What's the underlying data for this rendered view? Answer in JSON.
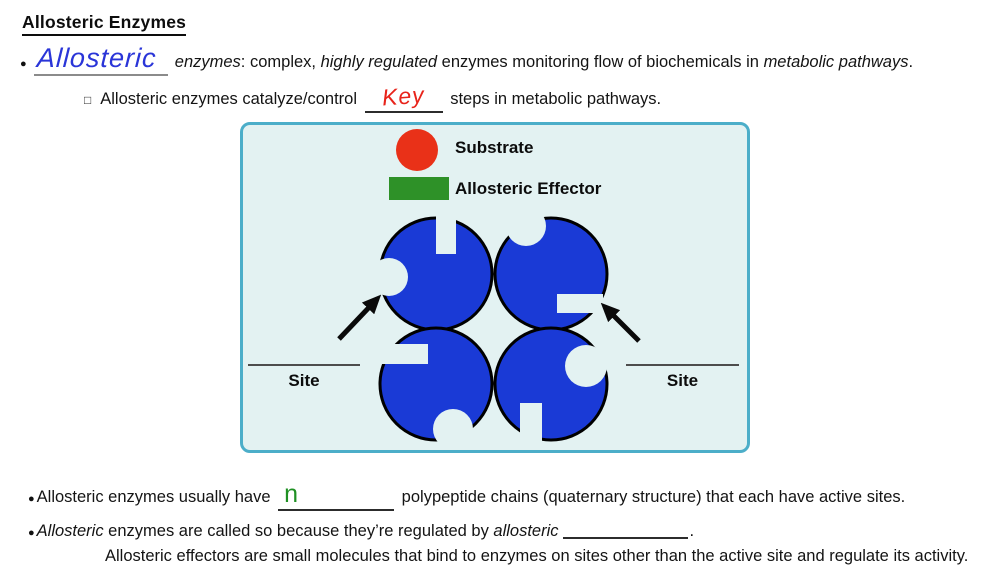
{
  "colors": {
    "handwriting_blue": "#2a35d8",
    "handwriting_red": "#e8231a",
    "handwriting_green": "#1f9023",
    "substrate_red": "#e93118",
    "effector_green": "#2e9128",
    "enzyme_blue": "#1a3ad6",
    "box_bg": "#e3f2f2",
    "box_border": "#4caec9"
  },
  "bullets": {
    "dot": "●",
    "square": "□"
  },
  "title": "Allosteric Enzymes",
  "bullet_allosteric_def": {
    "handwritten_word": "Allosteric",
    "seg_enzymes_italic": " enzymes",
    "seg_complex": ": complex, ",
    "seg_highly_regulated_italic": "highly regulated",
    "seg_monitoring": " enzymes monitoring flow of biochemicals in ",
    "seg_metabolic_italic": "metabolic pathways",
    "seg_period": "."
  },
  "sub_bullet_catalyze": {
    "seg_before": "Allosteric enzymes catalyze/control ",
    "handwritten_word": "Key",
    "seg_after": " steps in metabolic pathways."
  },
  "diagram": {
    "legend": [
      {
        "shape": "circle",
        "label": "Substrate"
      },
      {
        "shape": "rect",
        "label": "Allosteric Effector"
      }
    ],
    "site_label_left": "Site",
    "site_label_right": "Site"
  },
  "bullet_polypeptide": {
    "seg_before": "Allosteric enzymes usually have ",
    "handwritten_word": "n",
    "seg_after": " polypeptide chains (quaternary structure) that each have active sites."
  },
  "bullet_regulated": {
    "seg_allosteric_italic": "Allosteric",
    "seg_middle": " enzymes are called so because they’re regulated by ",
    "seg_allosteric2_italic": "allosteric",
    "seg_period": "."
  },
  "clipped_line": {
    "text": "Allosteric effectors are small molecules that bind to enzymes on sites other than the active site and regulate its activity."
  }
}
